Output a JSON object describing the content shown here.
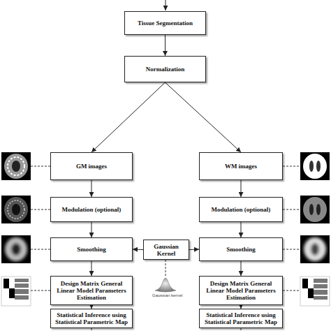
{
  "diagram": {
    "nodes": [
      {
        "text": [
          "Tissue Segmentation"
        ]
      },
      {
        "text": [
          "Normalization"
        ]
      },
      {
        "text": [
          "GM images"
        ]
      },
      {
        "text": [
          "WM  images"
        ]
      },
      {
        "text": [
          "Modulation (optional)"
        ]
      },
      {
        "text": [
          "Modulation (optional)"
        ]
      },
      {
        "text": [
          "Smoothing"
        ]
      },
      {
        "text": [
          "Gaussian Kernel"
        ]
      },
      {
        "text": [
          "Smoothing"
        ]
      },
      {
        "text": [
          "Design Matrix General Linear Model Parameters Estimation"
        ]
      },
      {
        "text": [
          "Design Matrix General Linear Model Parameters Estimation"
        ]
      },
      {
        "text": [
          "Statistical Inference using Statistical Parametric Map"
        ]
      },
      {
        "text": [
          "Statistical Inference using Statistical Parametric Map"
        ]
      }
    ],
    "edges": [
      {
        "from": 0,
        "to": 1,
        "arrow": "to"
      },
      {
        "from": 1,
        "to": 2,
        "arrow": "to"
      },
      {
        "from": 1,
        "to": 3,
        "arrow": "to"
      },
      {
        "from": 2,
        "to": 4,
        "arrow": "to"
      },
      {
        "from": 3,
        "to": 5,
        "arrow": "to"
      },
      {
        "from": 4,
        "to": 6,
        "arrow": "to"
      },
      {
        "from": 5,
        "to": 8,
        "arrow": "to"
      },
      {
        "from": 7,
        "to": 6,
        "arrow": "to"
      },
      {
        "from": 7,
        "to": 8,
        "arrow": "to"
      },
      {
        "from": 6,
        "to": 9,
        "arrow": "to"
      },
      {
        "from": 8,
        "to": 10,
        "arrow": "to"
      },
      {
        "from": 9,
        "to": 11,
        "arrow": "to"
      },
      {
        "from": 10,
        "to": 12,
        "arrow": "to"
      }
    ],
    "labels": [
      "Gaussian kernel"
    ]
  }
}
